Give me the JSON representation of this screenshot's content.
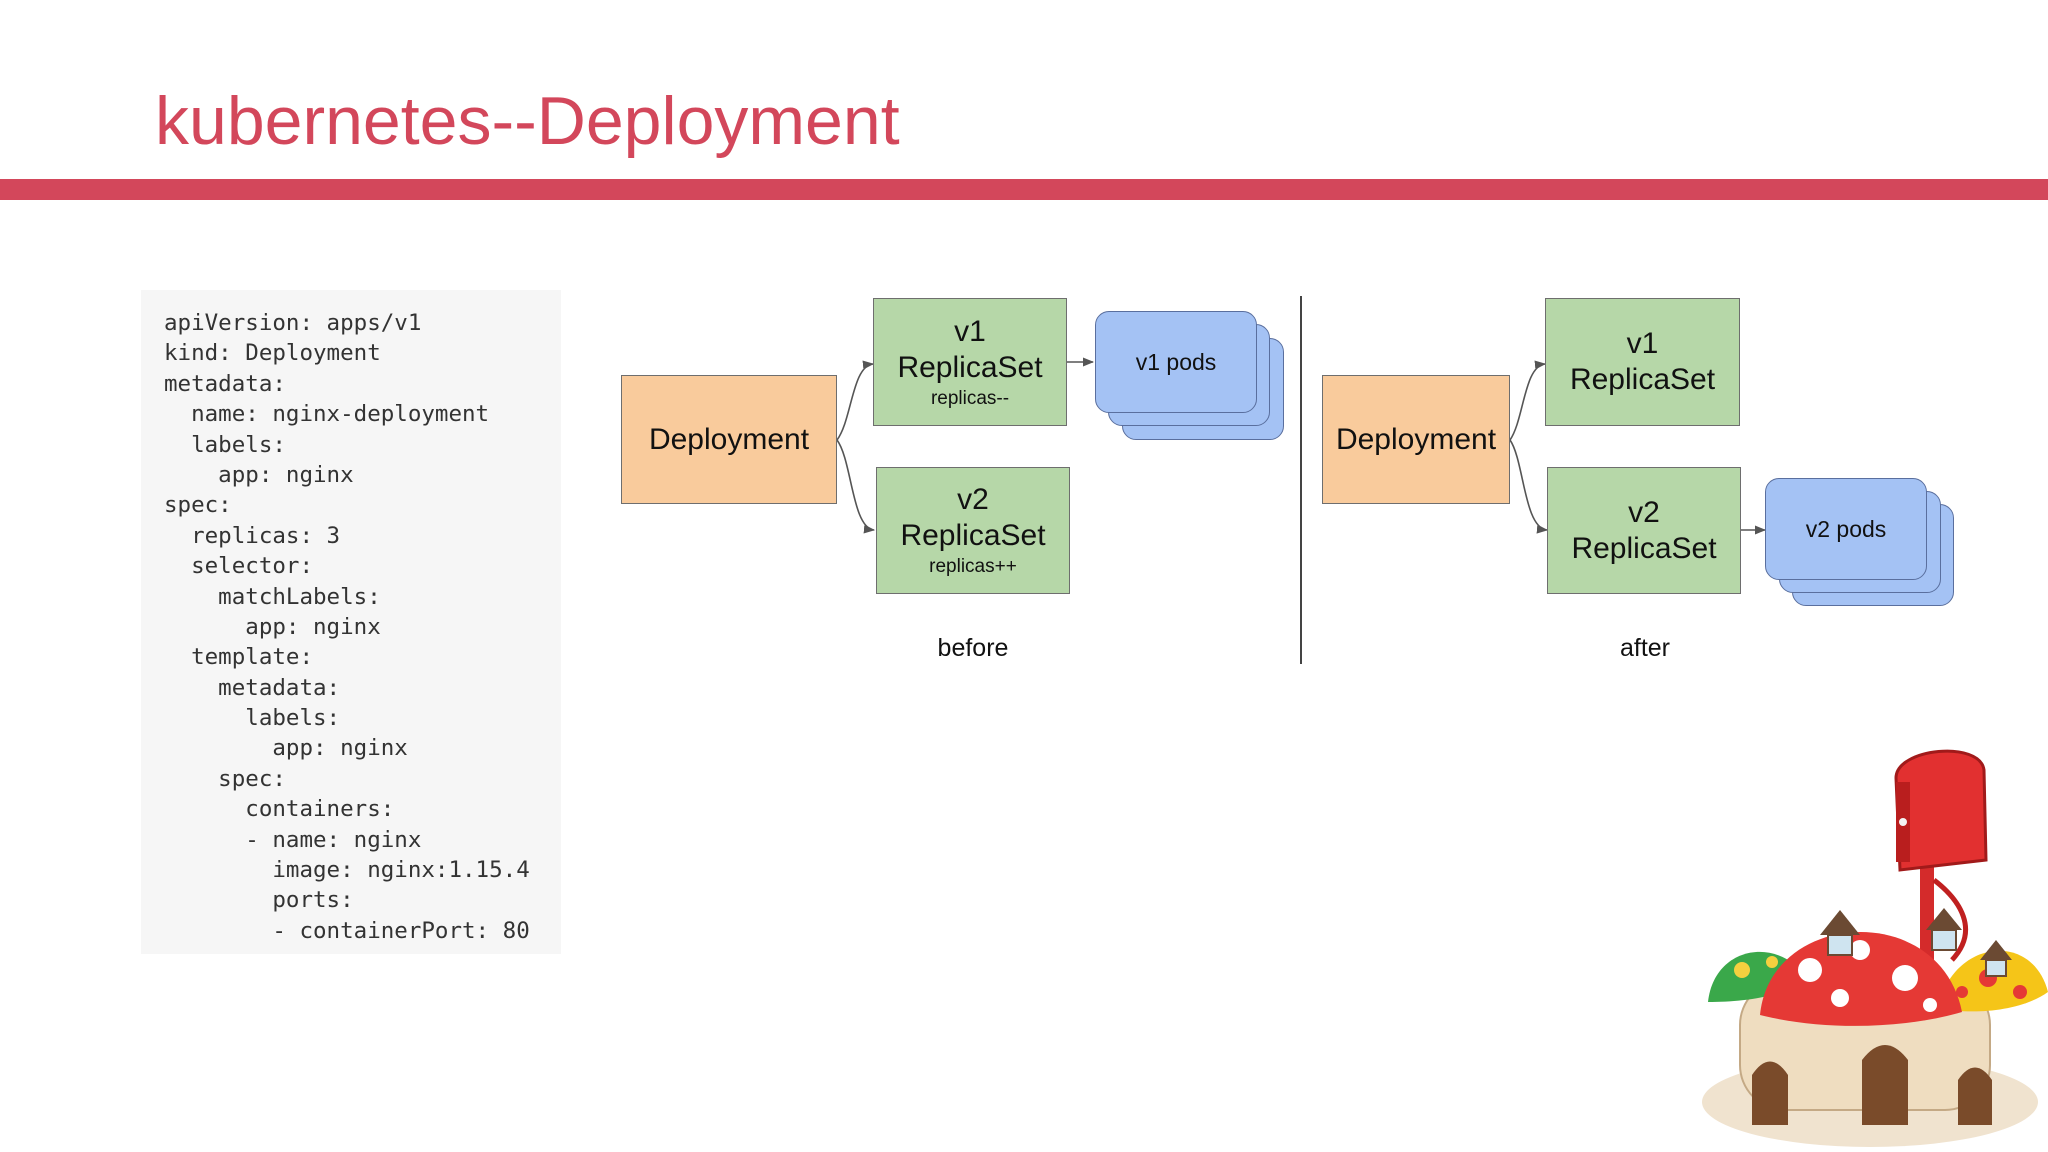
{
  "slide": {
    "title": "kubernetes--Deployment"
  },
  "code": {
    "lines": [
      "apiVersion: apps/v1",
      "kind: Deployment",
      "metadata:",
      "  name: nginx-deployment",
      "  labels:",
      "    app: nginx",
      "spec:",
      "  replicas: 3",
      "  selector:",
      "    matchLabels:",
      "      app: nginx",
      "  template:",
      "    metadata:",
      "      labels:",
      "        app: nginx",
      "    spec:",
      "      containers:",
      "      - name: nginx",
      "        image: nginx:1.15.4",
      "        ports:",
      "        - containerPort: 80"
    ]
  },
  "diagram": {
    "before": {
      "deployment": "Deployment",
      "v1": {
        "version": "v1",
        "kind": "ReplicaSet",
        "note": "replicas--"
      },
      "v2": {
        "version": "v2",
        "kind": "ReplicaSet",
        "note": "replicas++"
      },
      "pods": "v1 pods",
      "caption": "before"
    },
    "after": {
      "deployment": "Deployment",
      "v1": {
        "version": "v1",
        "kind": "ReplicaSet"
      },
      "v2": {
        "version": "v2",
        "kind": "ReplicaSet"
      },
      "pods": "v2 pods",
      "caption": "after"
    }
  },
  "colors": {
    "accent": "#d3475b",
    "deployment": "#f9cb9c",
    "replicaset": "#b6d7a8",
    "pods": "#a4c2f4"
  },
  "decor": {
    "illustration": "mushroom-house-with-red-mailbox"
  }
}
